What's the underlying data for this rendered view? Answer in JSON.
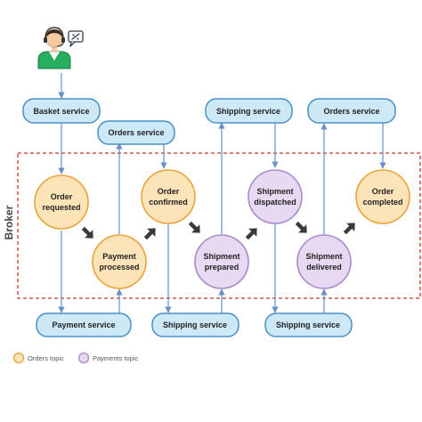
{
  "colors": {
    "service_fill": "#cde8f6",
    "service_stroke": "#4a8fc4",
    "orders_fill": "#fde3b8",
    "orders_stroke": "#e8a33b",
    "payments_fill": "#e6d9f1",
    "payments_stroke": "#a98ac8",
    "connector": "#6b8fc7",
    "flow_arrow": "#3a3a3a",
    "broker_border": "#c0392b",
    "text": "#222222"
  },
  "broker": {
    "label": "Broker"
  },
  "actor": {
    "icon": "customer-support-agent-icon"
  },
  "services": {
    "basket": "Basket service",
    "orders_left": "Orders service",
    "shipping_top": "Shipping service",
    "orders_right": "Orders service",
    "payment_bottom": "Payment service",
    "shipping_bottom_left": "Shipping service",
    "shipping_bottom_right": "Shipping service"
  },
  "events": {
    "order_requested": [
      "Order",
      "requested"
    ],
    "payment_processed": [
      "Payment",
      "processed"
    ],
    "order_confirmed": [
      "Order",
      "confirmed"
    ],
    "shipment_prepared": [
      "Shipment",
      "prepared"
    ],
    "shipment_dispatched": [
      "Shipment",
      "dispatched"
    ],
    "shipment_delivered": [
      "Shipment",
      "delivered"
    ],
    "order_completed": [
      "Order",
      "completed"
    ]
  },
  "legend": {
    "orders_topic": "Orders topic",
    "payments_topic": "Payments topic"
  }
}
